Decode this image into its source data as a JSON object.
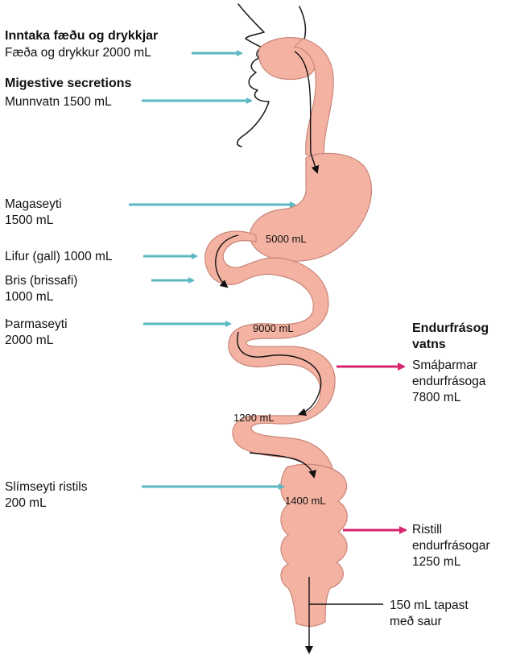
{
  "colors": {
    "tract_fill": "#f4b3a2",
    "tract_stroke": "#c98478",
    "input_arrow": "#5bb8c2",
    "output_arrow": "#d6246e",
    "face_line": "#222222",
    "flow_arrow": "#111111"
  },
  "intake": {
    "heading": "Inntaka fæðu og drykkjar",
    "food_drink": "Fæða og drykkur 2000 mL"
  },
  "secretions": {
    "heading": "Migestive secretions",
    "saliva": "Munnvatn 1500 mL",
    "gastric": "Magaseyti\n1500 mL",
    "bile": "Lifur (gall) 1000 mL",
    "pancreatic": "Bris (brissafi)\n1000 mL",
    "intestinal": "Þarmaseyti\n2000 mL",
    "colonic": "Slímseyti ristils\n200 mL"
  },
  "reabsorption": {
    "heading": "Endurfrásog\nvatns",
    "small_intestine": "Smáþarmar\nendurfrásoga\n7800 mL",
    "large_intestine": "Ristill\nendurfrásogar\n1250 mL",
    "feces": "150 mL tapast\nmeð saur"
  },
  "volumes": {
    "stomach": "5000 mL",
    "duodenum": "9000 mL",
    "ileum": "1200 mL",
    "colon": "1400 mL"
  }
}
